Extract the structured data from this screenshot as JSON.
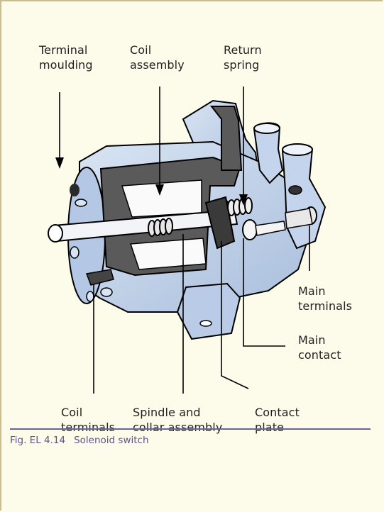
{
  "labels": {
    "terminal_moulding": "Terminal\nmoulding",
    "coil_assembly": "Coil\nassembly",
    "return_spring": "Return\nspring",
    "main_terminals": "Main\nterminals",
    "main_contact": "Main\ncontact",
    "coil_terminals": "Coil\nterminals",
    "spindle_collar": "Spindle and\ncollar assembly",
    "contact_plate": "Contact\nplate"
  },
  "caption": {
    "figure": "Fig. EL 4.14",
    "title": "Solenoid switch"
  },
  "colors": {
    "background": "#fdfbe9",
    "body_blue": "#c9d8ee",
    "dark_housing": "#555555",
    "rule": "#6b6496"
  }
}
